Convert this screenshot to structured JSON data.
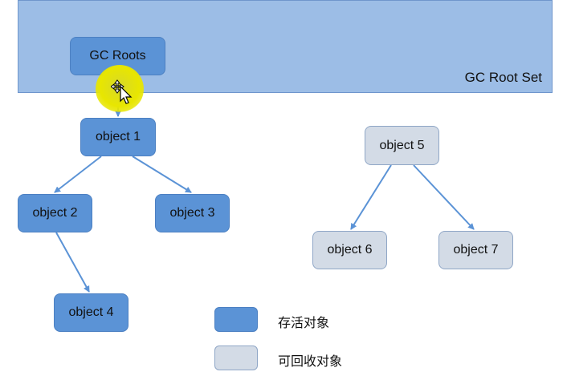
{
  "root_set": {
    "label": "GC Root Set"
  },
  "nodes": {
    "gc_roots": "GC Roots",
    "object1": "object 1",
    "object2": "object 2",
    "object3": "object 3",
    "object4": "object 4",
    "object5": "object 5",
    "object6": "object 6",
    "object7": "object 7"
  },
  "legend": {
    "live_label": "存活对象",
    "collectable_label": "可回收对象"
  },
  "colors": {
    "live": "#5b93d6",
    "collectable": "#d3dbe6",
    "root_set": "#9cbde6",
    "edge": "#5b93d6"
  },
  "icons": {
    "cursor": "move-cursor-icon"
  }
}
